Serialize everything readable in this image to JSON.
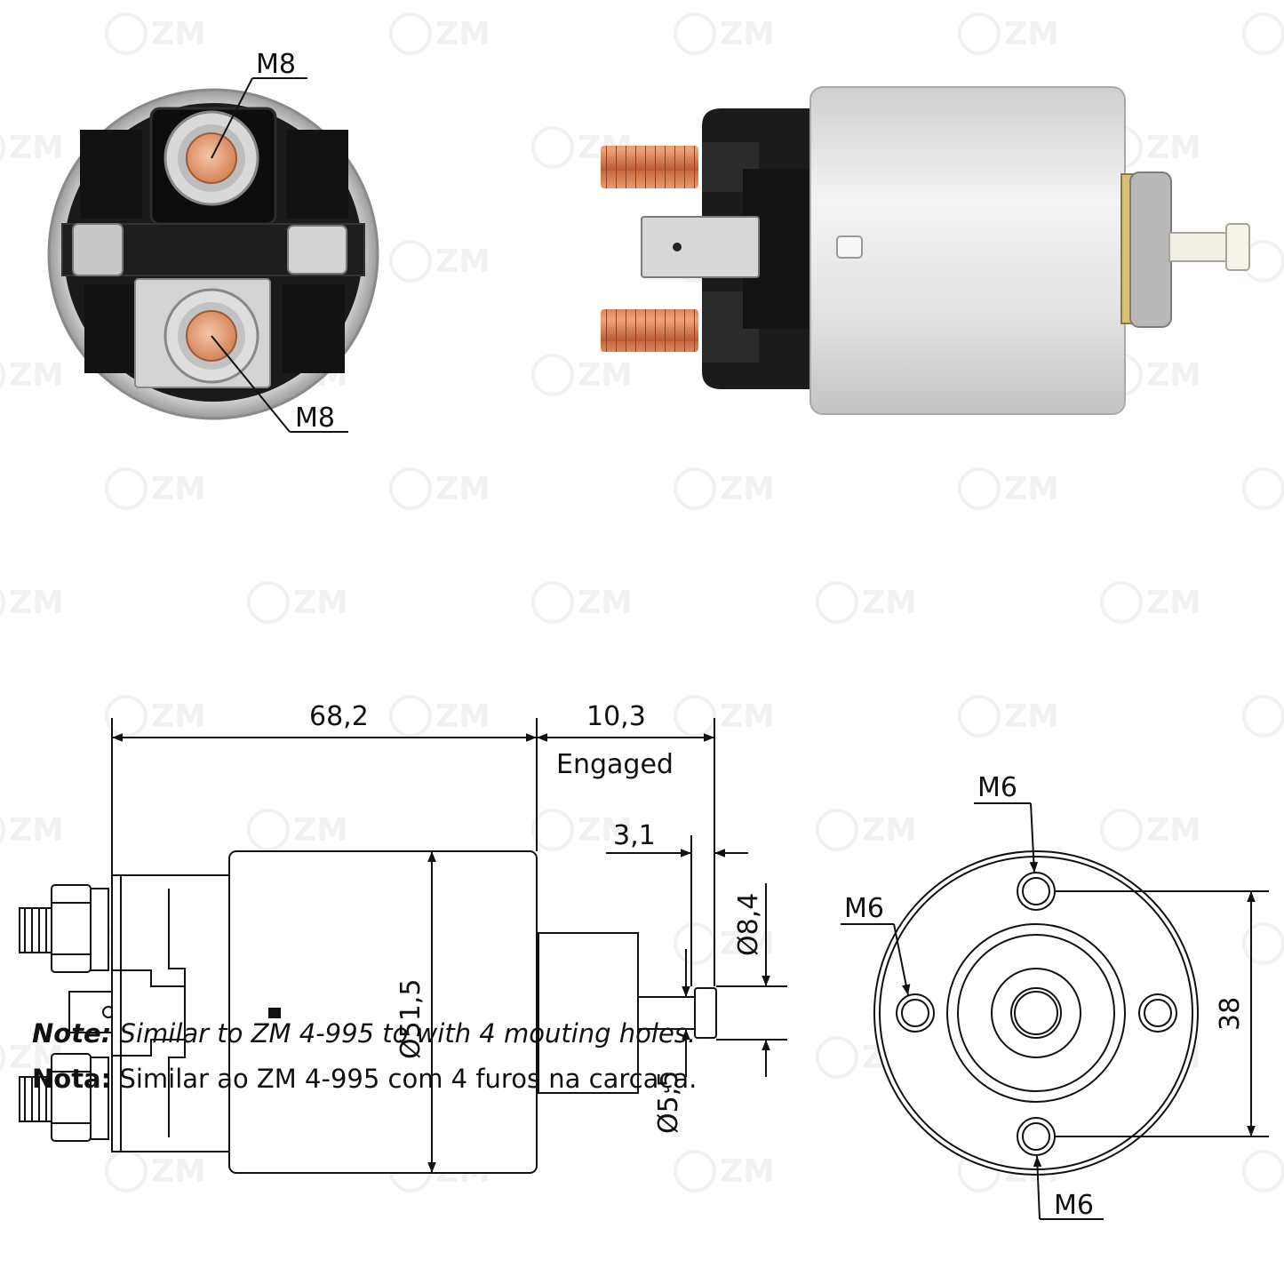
{
  "photo_labels": {
    "top_terminal": "M8",
    "bottom_terminal": "M8"
  },
  "dimensions": {
    "body_length": "68,2",
    "plunger_travel": "10,3",
    "plunger_state": "Engaged",
    "shaft_step": "3,1",
    "body_diameter": "Ø51,5",
    "plunger_tip_diameter": "Ø8,4",
    "plunger_shaft_diameter": "Ø5,5",
    "mount_hole_spacing": "38",
    "hole_top": "M6",
    "hole_left": "M6",
    "hole_bottom": "M6"
  },
  "notes": {
    "en_label": "Note:",
    "en_text": " Similar to ZM 4-995 to with 4 mouting holes.",
    "pt_label": "Nota:",
    "pt_text": " Similar ao ZM 4-995 com 4 furos na carcaça."
  },
  "watermark": "ZM",
  "colors": {
    "copper": "#e08a5e",
    "housing": "#dcdcdc",
    "cap": "#1b1b1b",
    "line": "#111111"
  }
}
